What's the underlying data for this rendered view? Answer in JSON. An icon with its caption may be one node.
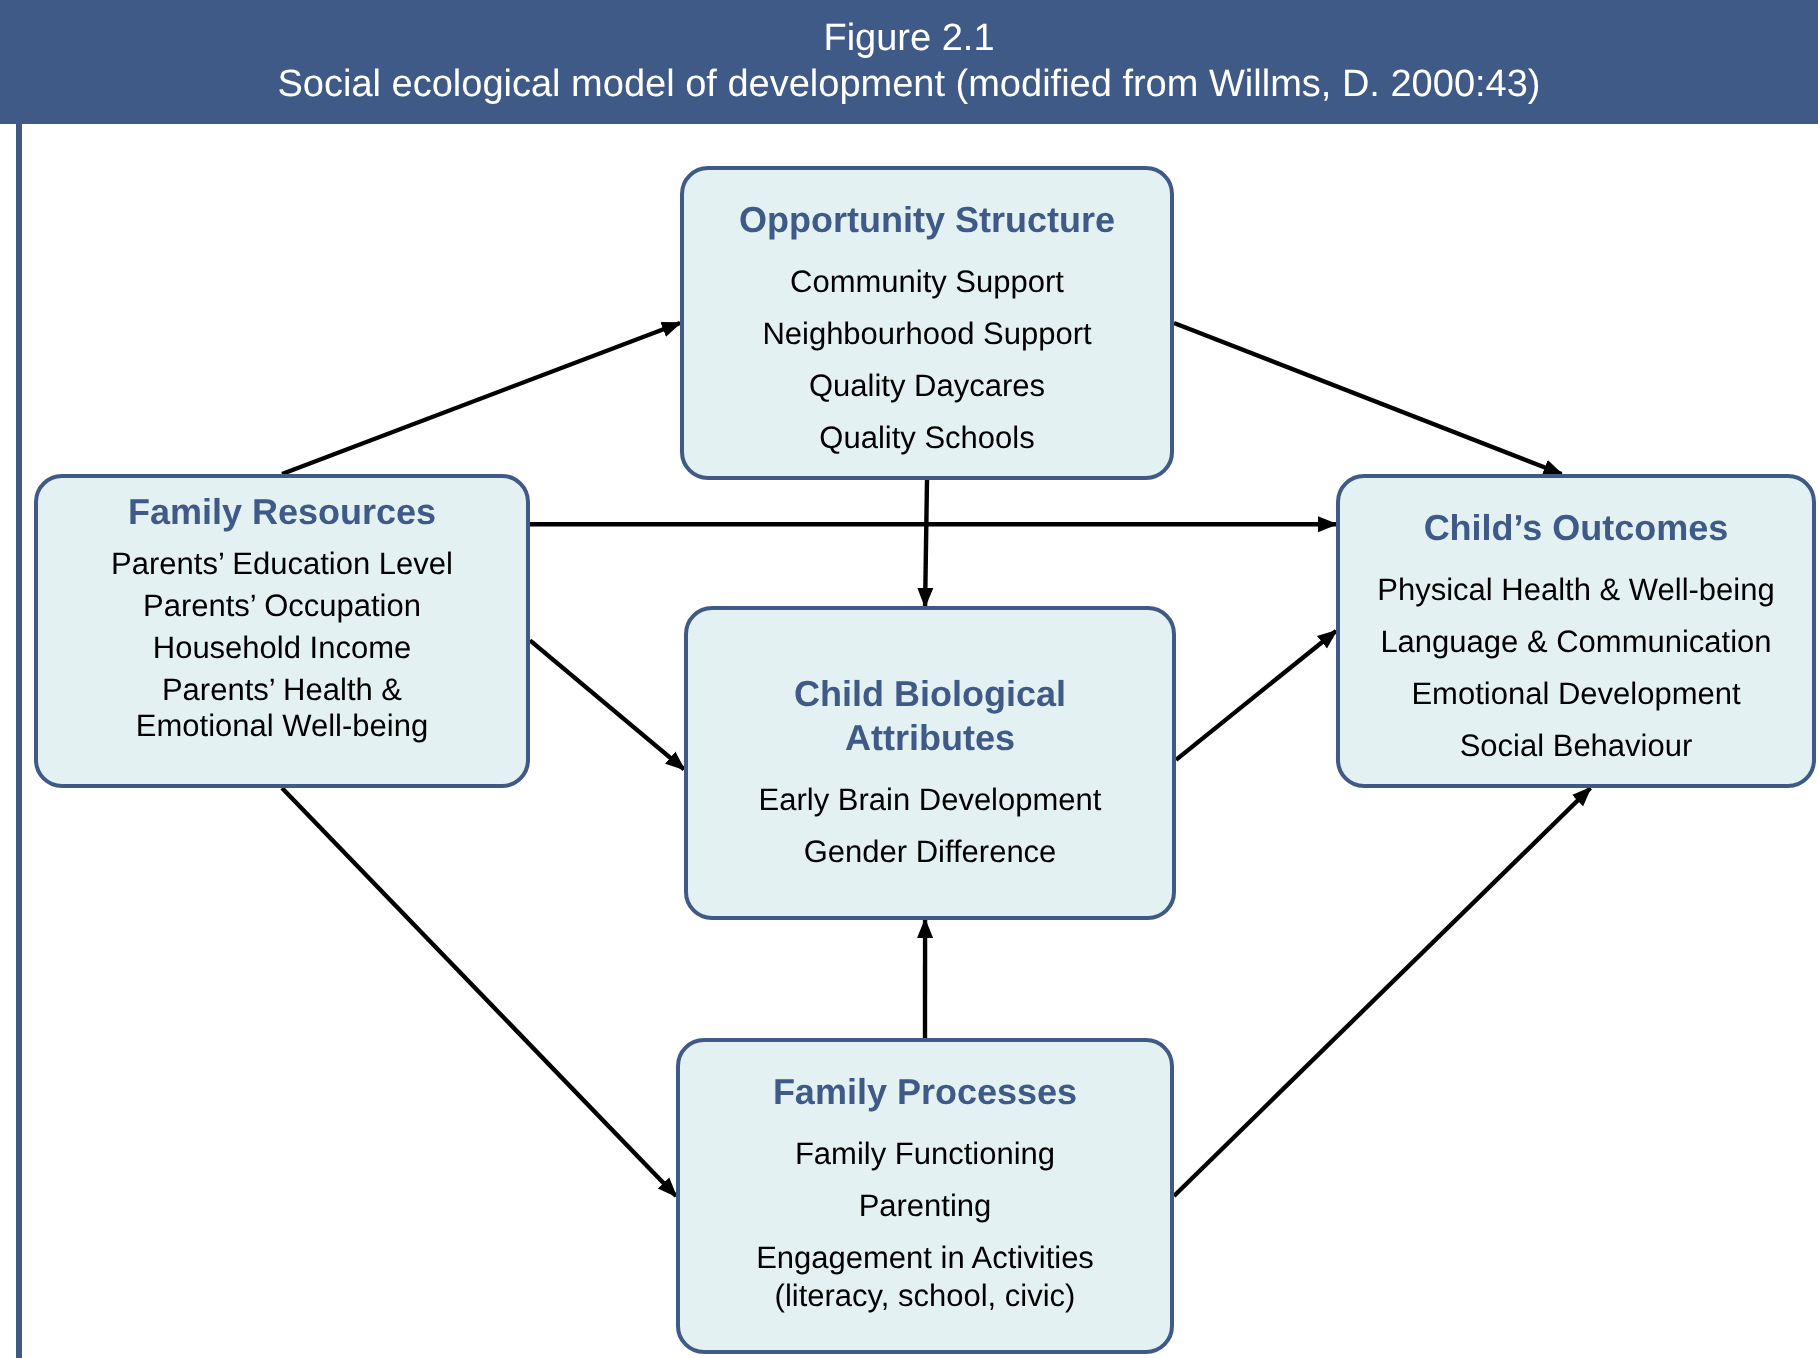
{
  "diagram": {
    "title": "Figure 2.1",
    "labels": [
      "Social ecological model of development (modified from Willms, D. 2000:43)"
    ],
    "nodes": [
      {
        "text": [
          "Opportunity Structure",
          "Community Support",
          "Neighbourhood Support",
          "Quality Daycares",
          "Quality Schools"
        ]
      },
      {
        "text": [
          "Family Resources",
          "Parents’ Education Level",
          "Parents’ Occupation",
          "Household Income",
          "Parents’ Health & Emotional Well-being"
        ]
      },
      {
        "text": [
          "Child’s Outcomes",
          "Physical Health & Well-being",
          "Language & Communication",
          "Emotional Development",
          "Social Behaviour"
        ]
      },
      {
        "text": [
          "Child Biological Attributes",
          "Early Brain Development",
          "Gender Difference"
        ]
      },
      {
        "text": [
          "Family Processes",
          "Family Functioning",
          "Parenting",
          "Engagement in Activities (literacy, school, civic)"
        ]
      }
    ],
    "edges": [
      {
        "from": 1,
        "to": 0,
        "arrow": "to"
      },
      {
        "from": 0,
        "to": 2,
        "arrow": "to"
      },
      {
        "from": 1,
        "to": 2,
        "arrow": "to"
      },
      {
        "from": 0,
        "to": 3,
        "arrow": "to"
      },
      {
        "from": 1,
        "to": 3,
        "arrow": "to"
      },
      {
        "from": 3,
        "to": 2,
        "arrow": "to"
      },
      {
        "from": 1,
        "to": 4,
        "arrow": "to"
      },
      {
        "from": 4,
        "to": 3,
        "arrow": "to"
      },
      {
        "from": 4,
        "to": 2,
        "arrow": "to"
      }
    ]
  }
}
